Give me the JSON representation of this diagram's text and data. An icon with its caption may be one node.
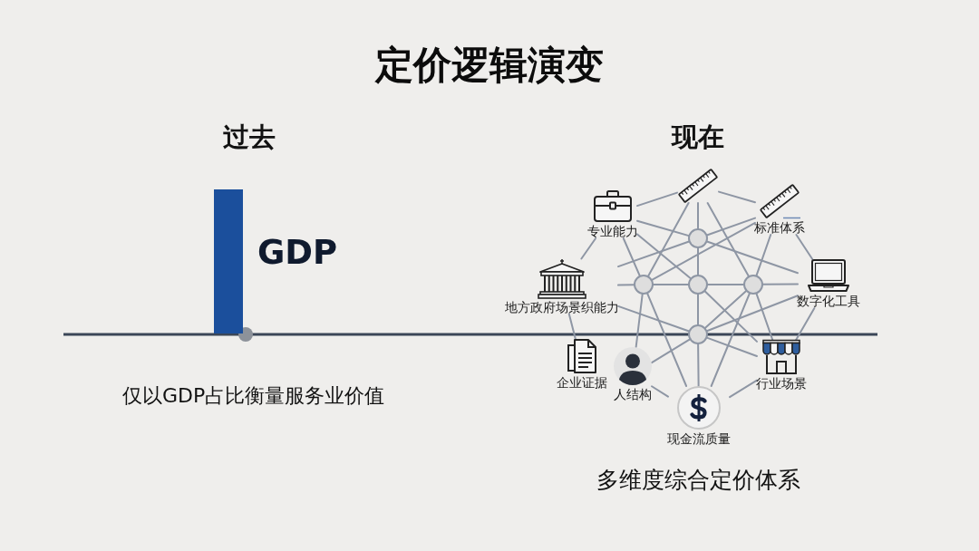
{
  "diagram": {
    "title": "定价逻辑演变",
    "nodes": [
      {
        "text": [],
        "shape": "bar",
        "beside": [
          "GDP"
        ]
      },
      {
        "text": [],
        "shape": "picture"
      },
      {
        "text": [
          "专业能力"
        ]
      },
      {
        "text": [
          "标准体系"
        ]
      },
      {
        "text": [],
        "shape": "circle"
      },
      {
        "text": [
          "地方政府场景织能力"
        ]
      },
      {
        "text": [],
        "shape": "circle"
      },
      {
        "text": [],
        "shape": "circle"
      },
      {
        "text": [],
        "shape": "circle"
      },
      {
        "text": [
          "数字化工具"
        ]
      },
      {
        "text": [],
        "shape": "circle"
      },
      {
        "text": [
          "企业证据"
        ]
      },
      {
        "text": [
          "人结构"
        ]
      },
      {
        "text": [
          "行业场景"
        ]
      },
      {
        "text": [
          "现金流质量"
        ]
      }
    ],
    "edges": [
      {
        "from": 1,
        "to": 2,
        "arrow": "none"
      },
      {
        "from": 1,
        "to": 3,
        "arrow": "none"
      },
      {
        "from": 1,
        "to": 4,
        "arrow": "none"
      },
      {
        "from": 1,
        "to": 6,
        "arrow": "none"
      },
      {
        "from": 1,
        "to": 8,
        "arrow": "none"
      },
      {
        "from": 2,
        "to": 4,
        "arrow": "none"
      },
      {
        "from": 2,
        "to": 6,
        "arrow": "none"
      },
      {
        "from": 2,
        "to": 7,
        "arrow": "none"
      },
      {
        "from": 2,
        "to": 5,
        "arrow": "none"
      },
      {
        "from": 3,
        "to": 4,
        "arrow": "none"
      },
      {
        "from": 3,
        "to": 8,
        "arrow": "none"
      },
      {
        "from": 3,
        "to": 9,
        "arrow": "none"
      },
      {
        "from": 3,
        "to": 6,
        "arrow": "none"
      },
      {
        "from": 4,
        "to": 7,
        "arrow": "none"
      },
      {
        "from": 4,
        "to": 5,
        "arrow": "none"
      },
      {
        "from": 4,
        "to": 9,
        "arrow": "none"
      },
      {
        "from": 5,
        "to": 6,
        "arrow": "none"
      },
      {
        "from": 5,
        "to": 10,
        "arrow": "none"
      },
      {
        "from": 5,
        "to": 11,
        "arrow": "none"
      },
      {
        "from": 6,
        "to": 7,
        "arrow": "none"
      },
      {
        "from": 6,
        "to": 12,
        "arrow": "none"
      },
      {
        "from": 6,
        "to": 14,
        "arrow": "none"
      },
      {
        "from": 7,
        "to": 8,
        "arrow": "none"
      },
      {
        "from": 7,
        "to": 10,
        "arrow": "none"
      },
      {
        "from": 7,
        "to": 13,
        "arrow": "none"
      },
      {
        "from": 8,
        "to": 9,
        "arrow": "none"
      },
      {
        "from": 8,
        "to": 10,
        "arrow": "none"
      },
      {
        "from": 8,
        "to": 13,
        "arrow": "none"
      },
      {
        "from": 8,
        "to": 14,
        "arrow": "none"
      },
      {
        "from": 9,
        "to": 10,
        "arrow": "none"
      },
      {
        "from": 9,
        "to": 13,
        "arrow": "none"
      },
      {
        "from": 10,
        "to": 12,
        "arrow": "none"
      },
      {
        "from": 10,
        "to": 13,
        "arrow": "none"
      },
      {
        "from": 10,
        "to": 14,
        "arrow": "none"
      },
      {
        "from": 12,
        "to": 14,
        "arrow": "none"
      },
      {
        "from": 13,
        "to": 14,
        "arrow": "none"
      }
    ],
    "labels": [
      "过去",
      "现在",
      "仅以GDP占比衡量服务业价值",
      "多维度综合定价体系"
    ]
  }
}
